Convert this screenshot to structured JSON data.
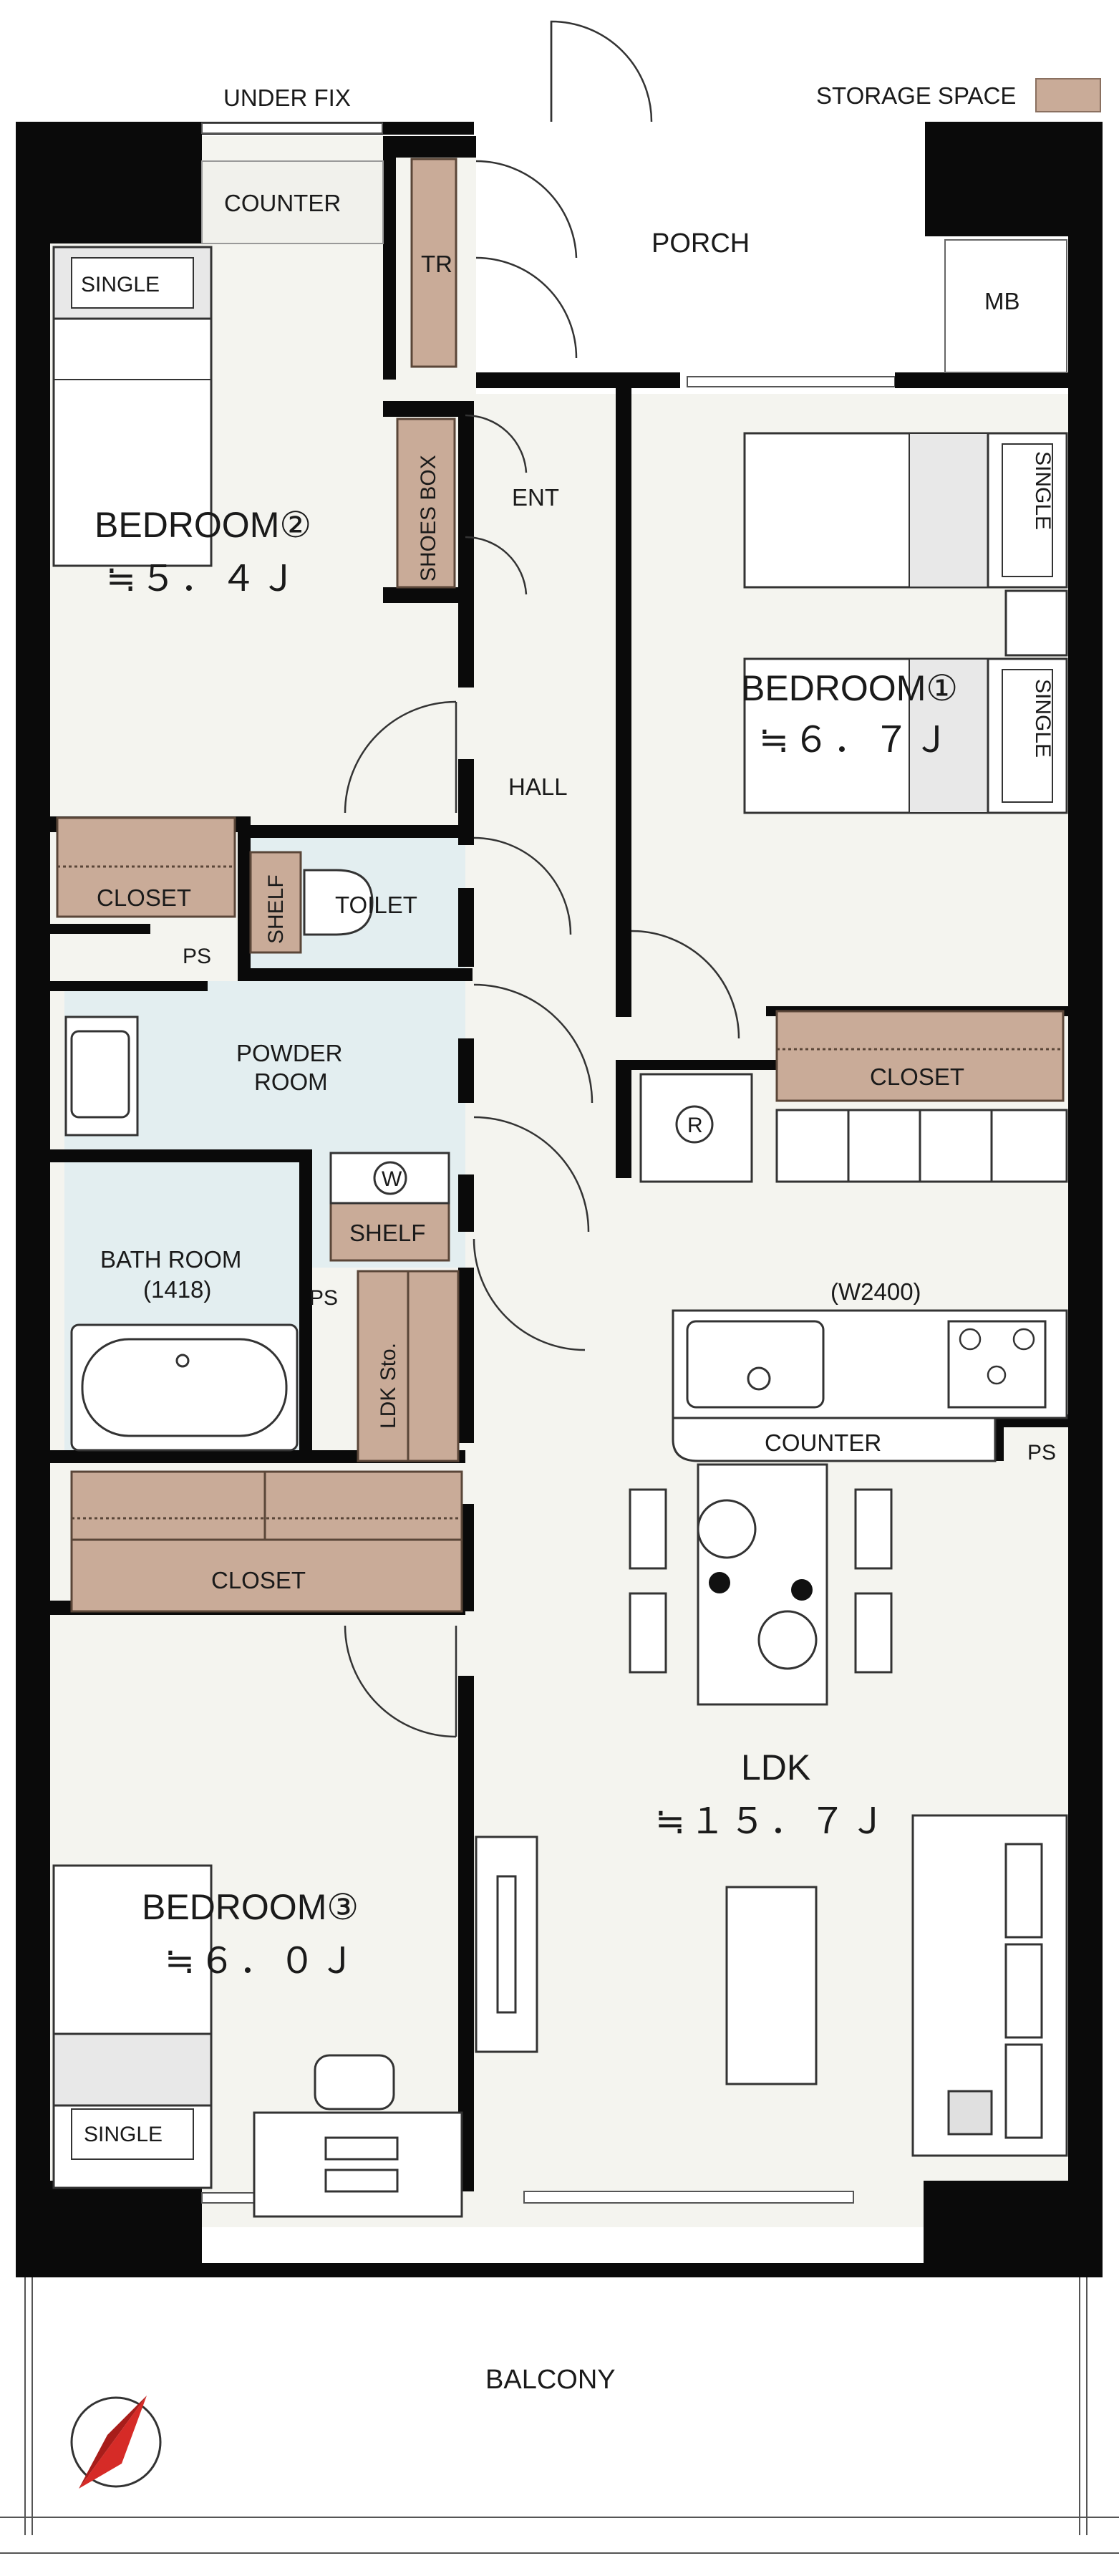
{
  "legend": {
    "label": "STORAGE SPACE",
    "color": "#c9ab98"
  },
  "top_labels": {
    "under_fix": "UNDER FIX"
  },
  "rooms": {
    "porch": "PORCH",
    "mb": "MB",
    "tr": "TR",
    "counter_top": "COUNTER",
    "shoes_box": "SHOES BOX",
    "ent": "ENT",
    "hall": "HALL",
    "bedroom1": {
      "name": "BEDROOM①",
      "area": "≒６．７Ｊ"
    },
    "bedroom2": {
      "name": "BEDROOM②",
      "area": "≒５．４Ｊ"
    },
    "bedroom3": {
      "name": "BEDROOM③",
      "area": "≒６．０Ｊ"
    },
    "ldk": {
      "name": "LDK",
      "area": "≒１５．７Ｊ"
    },
    "closet1": "CLOSET",
    "closet2": "CLOSET",
    "closet3": "CLOSET",
    "toilet": "TOILET",
    "shelf_toilet": "SHELF",
    "ps_left": "PS",
    "ps_bath": "PS",
    "ps_kitchen": "PS",
    "powder_line1": "POWDER",
    "powder_line2": "ROOM",
    "washer": "W",
    "shelf_powder": "SHELF",
    "bath": "BATH ROOM",
    "bath_size": "(1418)",
    "ldk_storage": "LDK Sto.",
    "fridge": "R",
    "kitchen_width": "(W2400)",
    "kitchen_counter": "COUNTER",
    "balcony": "BALCONY"
  },
  "beds": {
    "bed1a": "SINGLE",
    "bed1b": "SINGLE",
    "bed2": "SINGLE",
    "bed3": "SINGLE"
  },
  "colors": {
    "wall": "#0a0a0a",
    "floor": "#f4f4ef",
    "wet": "#e3eef0",
    "storage": "#c9ab98",
    "compass": "#d62b27"
  },
  "icons": [
    "compass-icon",
    "door-swing-icon",
    "stove-icon",
    "sink-icon",
    "bathtub-icon",
    "washer-icon",
    "fridge-icon"
  ]
}
